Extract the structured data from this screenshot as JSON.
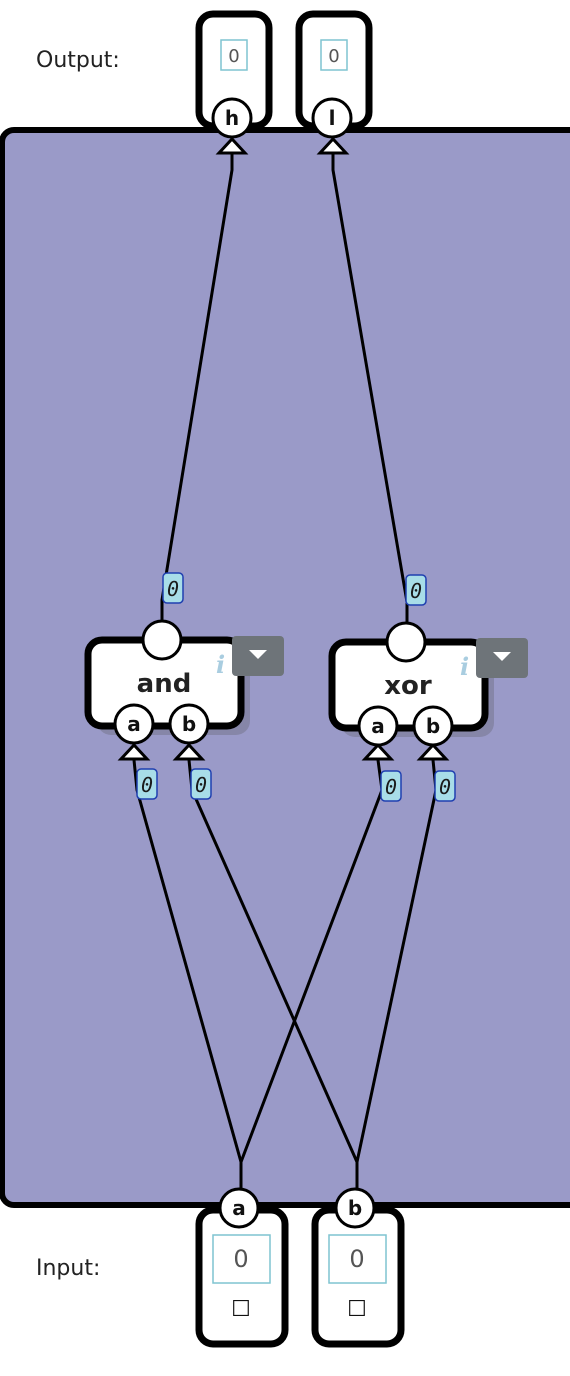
{
  "labels": {
    "output": "Output:",
    "input": "Input:"
  },
  "outputs": [
    {
      "name": "h",
      "value": "0"
    },
    {
      "name": "l",
      "value": "0"
    }
  ],
  "inputs": [
    {
      "name": "a",
      "value": "0",
      "checkbox": "☐"
    },
    {
      "name": "b",
      "value": "0",
      "checkbox": "☐"
    }
  ],
  "gates": [
    {
      "name": "and",
      "in_a": "a",
      "in_b": "b",
      "out_value": "0",
      "a_value": "0",
      "b_value": "0"
    },
    {
      "name": "xor",
      "in_a": "a",
      "in_b": "b",
      "out_value": "0",
      "a_value": "0",
      "b_value": "0"
    }
  ],
  "info_glyph": "i",
  "colors": {
    "board": "#9a9ac8",
    "wire": "#000000",
    "badge_fill": "#a8dde8",
    "badge_stroke": "#1f3fb0"
  }
}
